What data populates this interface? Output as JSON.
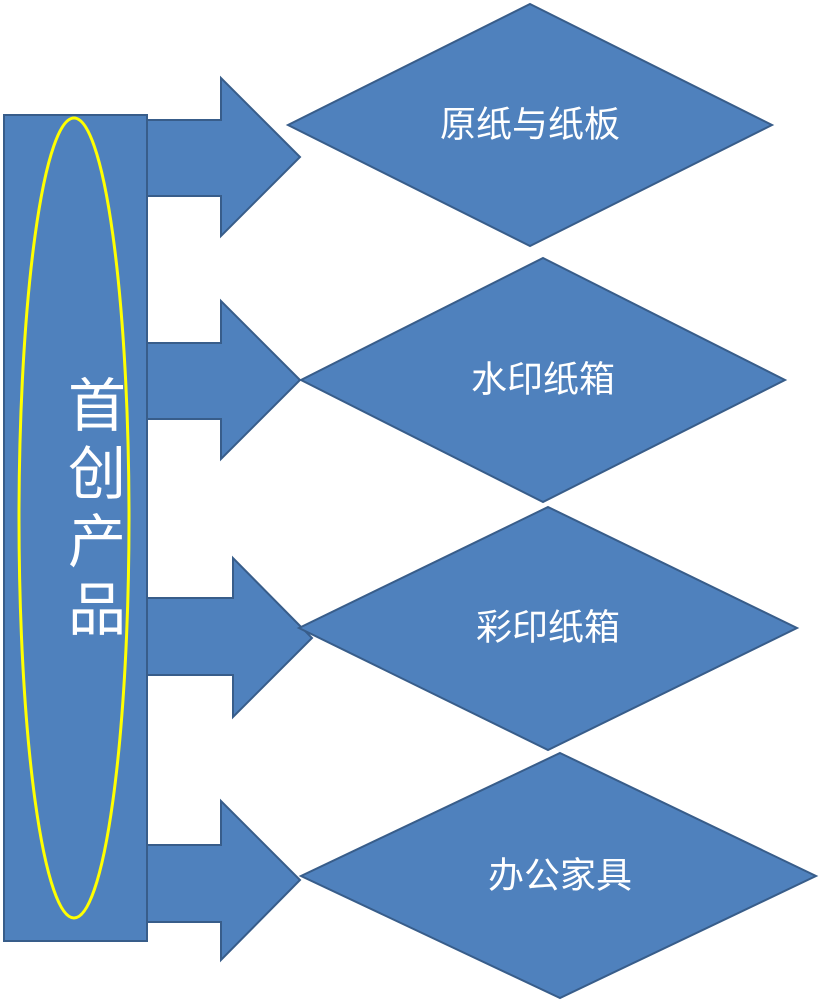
{
  "diagram": {
    "source": {
      "label": "首创产品",
      "highlight_color": "#ffff00"
    },
    "products": [
      {
        "label": "原纸与纸板"
      },
      {
        "label": "水印纸箱"
      },
      {
        "label": "彩印纸箱"
      },
      {
        "label": "办公家具"
      }
    ],
    "colors": {
      "fill": "#4f81bd",
      "stroke": "#385d8a",
      "text": "#ffffff"
    }
  }
}
